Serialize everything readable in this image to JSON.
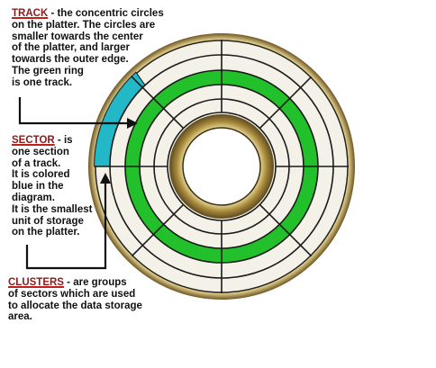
{
  "track": {
    "term": "TRACK",
    "text": " - the concentric circles\non the platter. The circles are\nsmaller towards the center\nof the platter, and larger\ntowards the outer edge.\nThe green ring\nis one track."
  },
  "sector": {
    "term": "SECTOR",
    "text": " - is\none section\nof a track.\nIt is colored\nblue in the\ndiagram.\nIt is the smallest\nunit of storage\non the platter."
  },
  "clusters": {
    "term": "CLUSTERS",
    "text": " - are groups\nof sectors which are used\nto allocate the data storage\narea."
  },
  "colors": {
    "track": "#22c02a",
    "sector": "#22b8c8",
    "platter_rim": "#a88a3c",
    "platter_surface": "#f4f2e8",
    "ink": "#111111"
  }
}
